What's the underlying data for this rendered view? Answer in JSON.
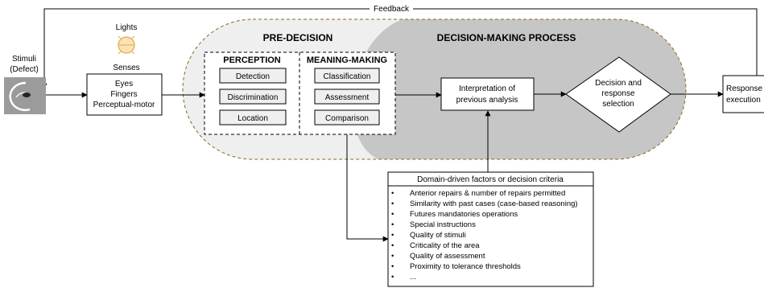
{
  "feedback_label": "Feedback",
  "stimuli": {
    "line1": "Stimuli",
    "line2": "(Defect)"
  },
  "lights_label": "Lights",
  "senses": {
    "label": "Senses",
    "items": [
      "Eyes",
      "Fingers",
      "Perceptual-motor"
    ]
  },
  "pre_decision": {
    "title": "PRE-DECISION",
    "perception": {
      "title": "PERCEPTION",
      "items": [
        "Detection",
        "Discrimination",
        "Location"
      ]
    },
    "meaning_making": {
      "title": "MEANING-MAKING",
      "items": [
        "Classification",
        "Assessment",
        "Comparison"
      ]
    }
  },
  "decision_process": {
    "title": "DECISION-MAKING PROCESS",
    "interpretation": [
      "Interpretation of",
      "previous analysis"
    ],
    "decision": [
      "Decision and",
      "response",
      "selection"
    ]
  },
  "response": [
    "Response",
    "execution"
  ],
  "factors": {
    "title": "Domain-driven factors or decision criteria",
    "items": [
      "Anterior repairs & number of repairs permitted",
      "Similarity with past cases (case-based reasoning)",
      "Futures mandatories operations",
      "Special instructions",
      "Quality of stimuli",
      "Criticality of the area",
      "Quality of assessment",
      "Proximity to tolerance thresholds",
      "..."
    ]
  },
  "colors": {
    "pre_decision_fill": "#efefef",
    "decision_process_fill": "#c6c6c6",
    "dashed_outline": "#8a6a1c",
    "bulb_fill": "#fbe3b4",
    "bulb_stroke": "#e0a84a"
  }
}
